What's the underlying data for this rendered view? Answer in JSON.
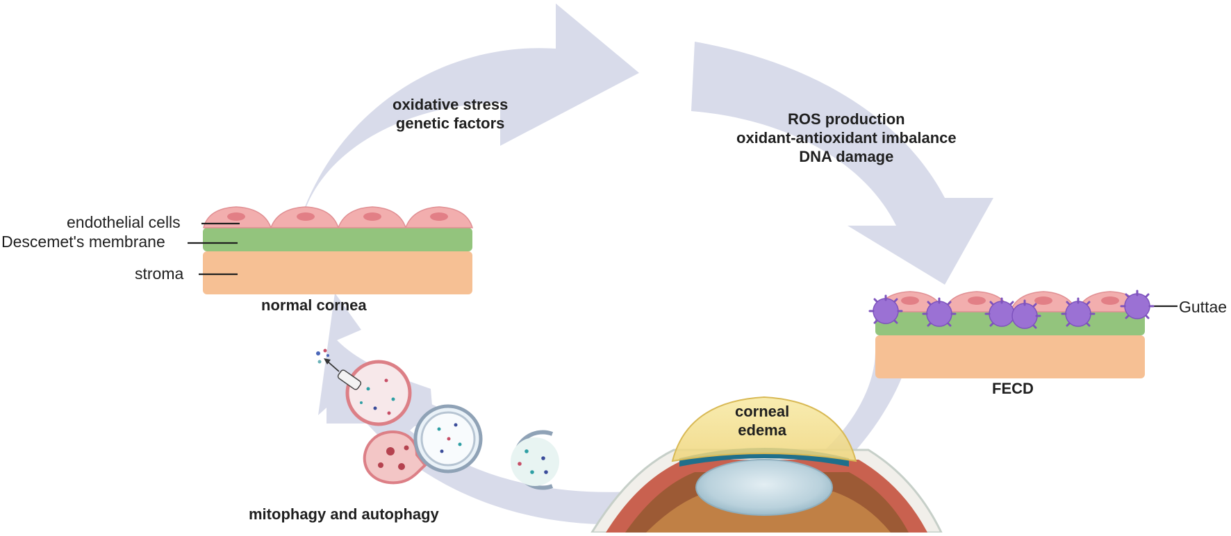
{
  "labels": {
    "endothelial_cells": "endothelial cells",
    "descemets_membrane": "Descemet's membrane",
    "stroma": "stroma",
    "normal_cornea": "normal cornea",
    "fecd": "FECD",
    "guttae": "Guttae",
    "corneal_edema": [
      "corneal",
      "edema"
    ],
    "mitophagy_autophagy": "mitophagy and autophagy"
  },
  "arrows": {
    "top_left": [
      "oxidative stress",
      "genetic factors"
    ],
    "top_right": [
      "ROS production",
      "oxidant-antioxidant imbalance",
      "DNA damage"
    ]
  },
  "colors": {
    "arrow": "#d8dbea",
    "endothelium": "#f2aeae",
    "nucleus": "#e27f86",
    "membrane": "#93c47d",
    "stroma": "#f6c094",
    "guttae": "#9b71d4"
  }
}
